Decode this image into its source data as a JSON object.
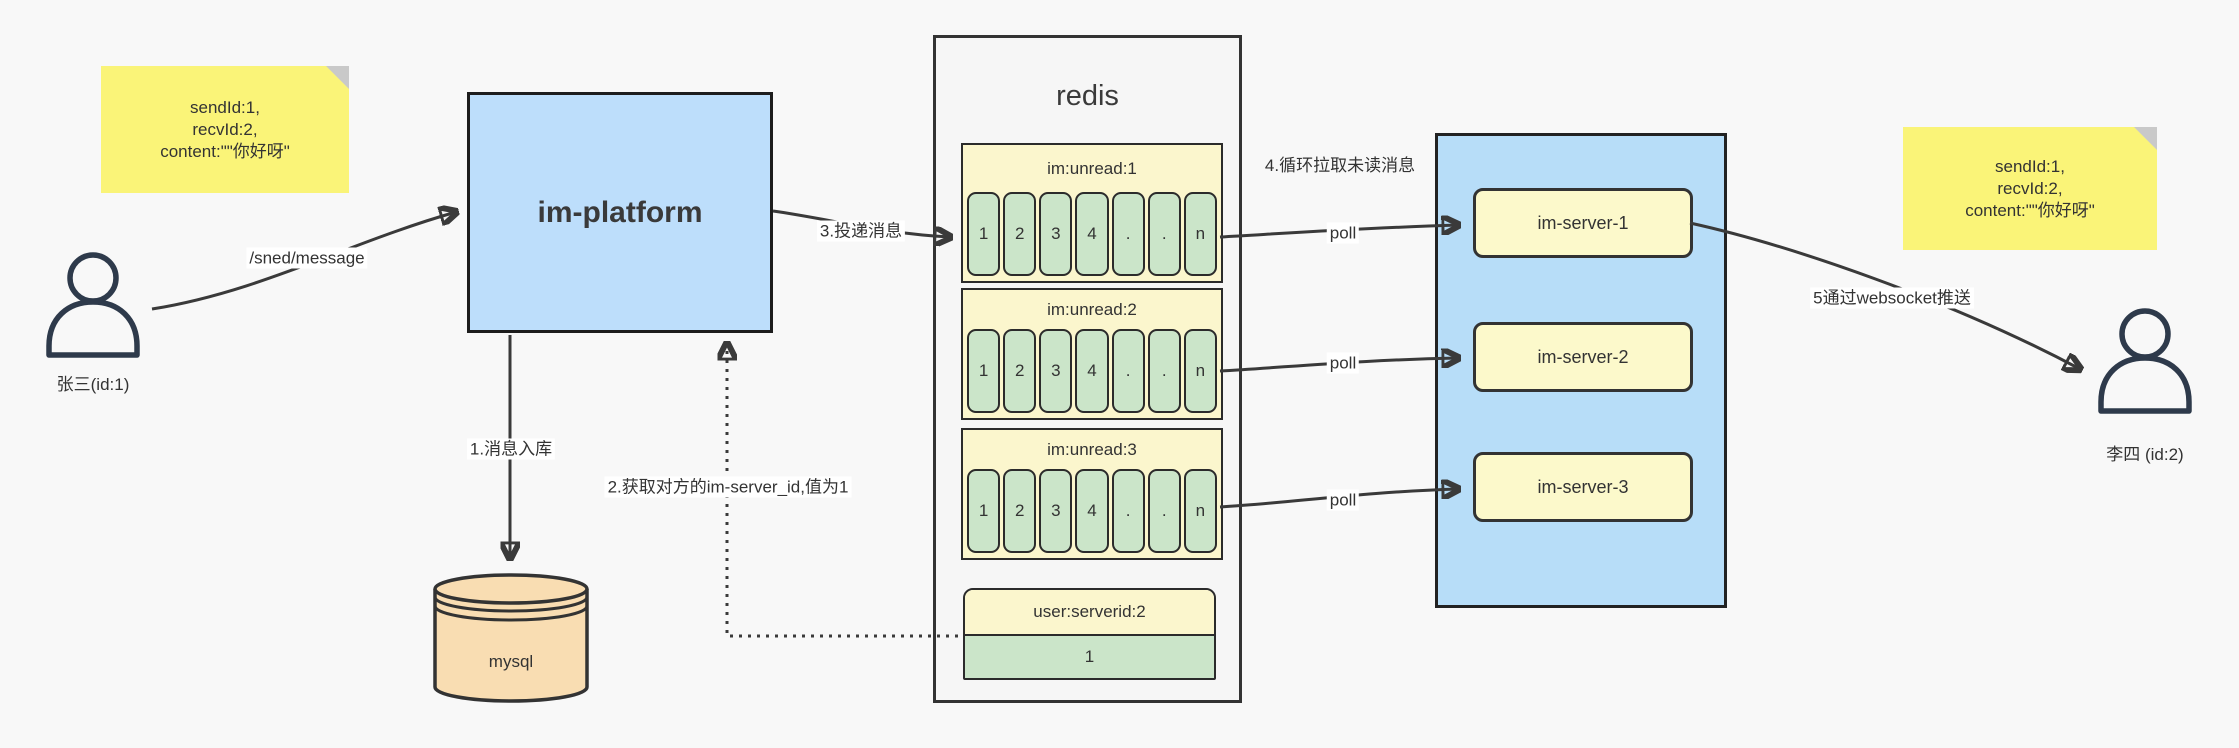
{
  "colors": {
    "canvas_bg": "#f8f8f8",
    "ink": "#3a3a3a",
    "text": "#333333",
    "note_yellow": "#faf478",
    "note_fold": "#c9c9c9",
    "platform_blue": "#bddefb",
    "group_blue": "#b7ddf8",
    "server_yellow": "#fcf9cb",
    "queue_yellow": "#fbf6cd",
    "cell_green": "#cbe5c9",
    "mysql_tan": "#f9ddb2",
    "panel_fill": "#f6f6f6",
    "person_ink": "#2e3a4b"
  },
  "notes": {
    "left": {
      "lines": [
        "sendId:1,",
        "recvId:2,",
        "content:\"\"你好呀\""
      ]
    },
    "right": {
      "lines": [
        "sendId:1,",
        "recvId:2,",
        "content:\"\"你好呀\""
      ]
    }
  },
  "actors": {
    "sender": {
      "label": "张三(id:1)"
    },
    "receiver": {
      "label": "李四 (id:2)"
    }
  },
  "platform": {
    "label": "im-platform"
  },
  "database": {
    "label": "mysql"
  },
  "redis": {
    "title": "redis",
    "queues": [
      {
        "header": "im:unread:1",
        "cells": [
          "1",
          "2",
          "3",
          "4",
          ".",
          ".",
          "n"
        ]
      },
      {
        "header": "im:unread:2",
        "cells": [
          "1",
          "2",
          "3",
          "4",
          ".",
          ".",
          "n"
        ]
      },
      {
        "header": "im:unread:3",
        "cells": [
          "1",
          "2",
          "3",
          "4",
          ".",
          ".",
          "n"
        ]
      }
    ],
    "mapping": {
      "header": "user:serverid:2",
      "value": "1"
    }
  },
  "servers": [
    {
      "label": "im-server-1"
    },
    {
      "label": "im-server-2"
    },
    {
      "label": "im-server-3"
    }
  ],
  "edge_labels": {
    "send": "/sned/message",
    "step1": "1.消息入库",
    "step2": "2.获取对方的im-server_id,值为1",
    "step3": "3.投递消息",
    "step4": "4.循环拉取未读消息",
    "step5": "5通过websocket推送",
    "poll1": "poll",
    "poll2": "poll",
    "poll3": "poll"
  }
}
